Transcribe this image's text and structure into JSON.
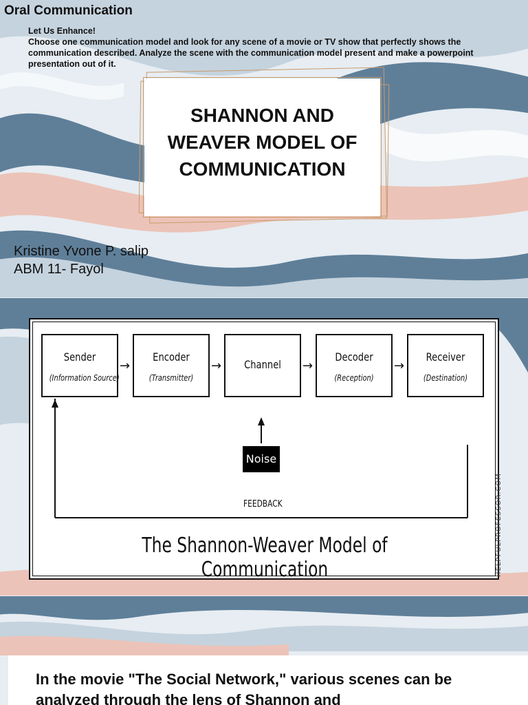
{
  "slide1": {
    "course_title": "Oral Communication",
    "instructions_heading": "Let Us Enhance!",
    "instructions_body": "Choose one communication model and look for any scene of a movie or TV show that perfectly shows the communication described. Analyze the scene with the communication model present and make a powerpoint presentation out of it.",
    "title_lines": [
      "SHANNON AND",
      "WEAVER MODEL OF",
      "COMMUNICATION"
    ],
    "author": "Kristine Yvone P. salip",
    "section": "ABM 11- Fayol"
  },
  "slide2": {
    "boxes": [
      {
        "name": "Sender",
        "sub": "(Information Source)"
      },
      {
        "name": "Encoder",
        "sub": "(Transmitter)"
      },
      {
        "name": "Channel",
        "sub": ""
      },
      {
        "name": "Decoder",
        "sub": "(Reception)"
      },
      {
        "name": "Receiver",
        "sub": "(Destination)"
      }
    ],
    "arrow_glyph": "→",
    "noise_label": "Noise",
    "feedback_label": "FEEDBACK",
    "caption": "The Shannon-Weaver Model of Communication",
    "watermark": "HELPFULPROFESSOR.COM"
  },
  "slide3": {
    "body_text": "In the movie \"The Social Network,\" various scenes can be analyzed through the lens of Shannon and"
  },
  "colors": {
    "swirl_blue": "#5f7f99",
    "swirl_light": "#c5d3de",
    "swirl_pink": "#ecc3b8",
    "frame_gold": "#c99a6a"
  }
}
